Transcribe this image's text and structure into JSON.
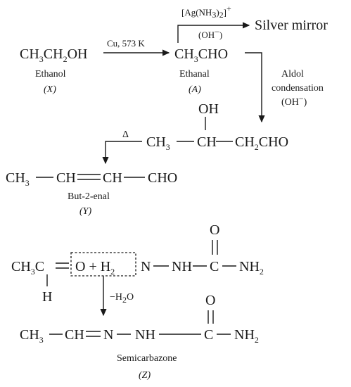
{
  "step1": {
    "ethanol_formula_a": "CH",
    "ethanol_sub_a": "3",
    "ethanol_formula_b": "CH",
    "ethanol_sub_b": "2",
    "ethanol_formula_c": "OH",
    "ethanol_name": "Ethanol",
    "ethanol_label": "(X)",
    "reagent": "Cu, 573 K",
    "ethanal_formula_a": "CH",
    "ethanal_sub_a": "3",
    "ethanal_formula_b": "CHO",
    "ethanal_name": "Ethanal",
    "ethanal_label": "(A)"
  },
  "tollens": {
    "reagent_a": "[Ag(NH",
    "reagent_sub": "3",
    "reagent_b": ")",
    "reagent_sub2": "2",
    "reagent_c": "]",
    "reagent_sup": "+",
    "base": "(OH",
    "base_sup": "−",
    "base_close": ")",
    "product": "Silver mirror"
  },
  "aldol": {
    "label_line1": "Aldol",
    "label_line2": "condensation",
    "label_line3a": "(OH",
    "label_line3_sup": "−",
    "label_line3b": ")",
    "oh_group": "OH",
    "chain_a": "CH",
    "chain_sub_a": "3",
    "chain_b": "CH",
    "chain_c": "CH",
    "chain_sub_c": "2",
    "chain_d": "CHO",
    "heat": "Δ"
  },
  "butenal": {
    "a": "CH",
    "sub_a": "3",
    "b": "CH",
    "c": "CH",
    "d": "CHO",
    "name": "But-2-enal",
    "label": "(Y)"
  },
  "semicarbazone_reaction": {
    "ch3c_a": "CH",
    "ch3c_sub": "3",
    "ch3c_b": "C",
    "h_atom": "H",
    "boxed_a": "O + H",
    "boxed_sub": "2",
    "n_atom": "N",
    "nh_group": "NH",
    "carbonyl_o": "O",
    "carbonyl_c": "C",
    "nh2": "NH",
    "nh2_sub": "2",
    "loss_a": "−H",
    "loss_sub": "2",
    "loss_b": "O"
  },
  "semicarbazone_product": {
    "a": "CH",
    "sub_a": "3",
    "b": "CH",
    "c": "N",
    "d": "NH",
    "carbonyl_o": "O",
    "carbonyl_c": "C",
    "nh2": "NH",
    "nh2_sub": "2",
    "name": "Semicarbazone",
    "label": "(Z)"
  }
}
